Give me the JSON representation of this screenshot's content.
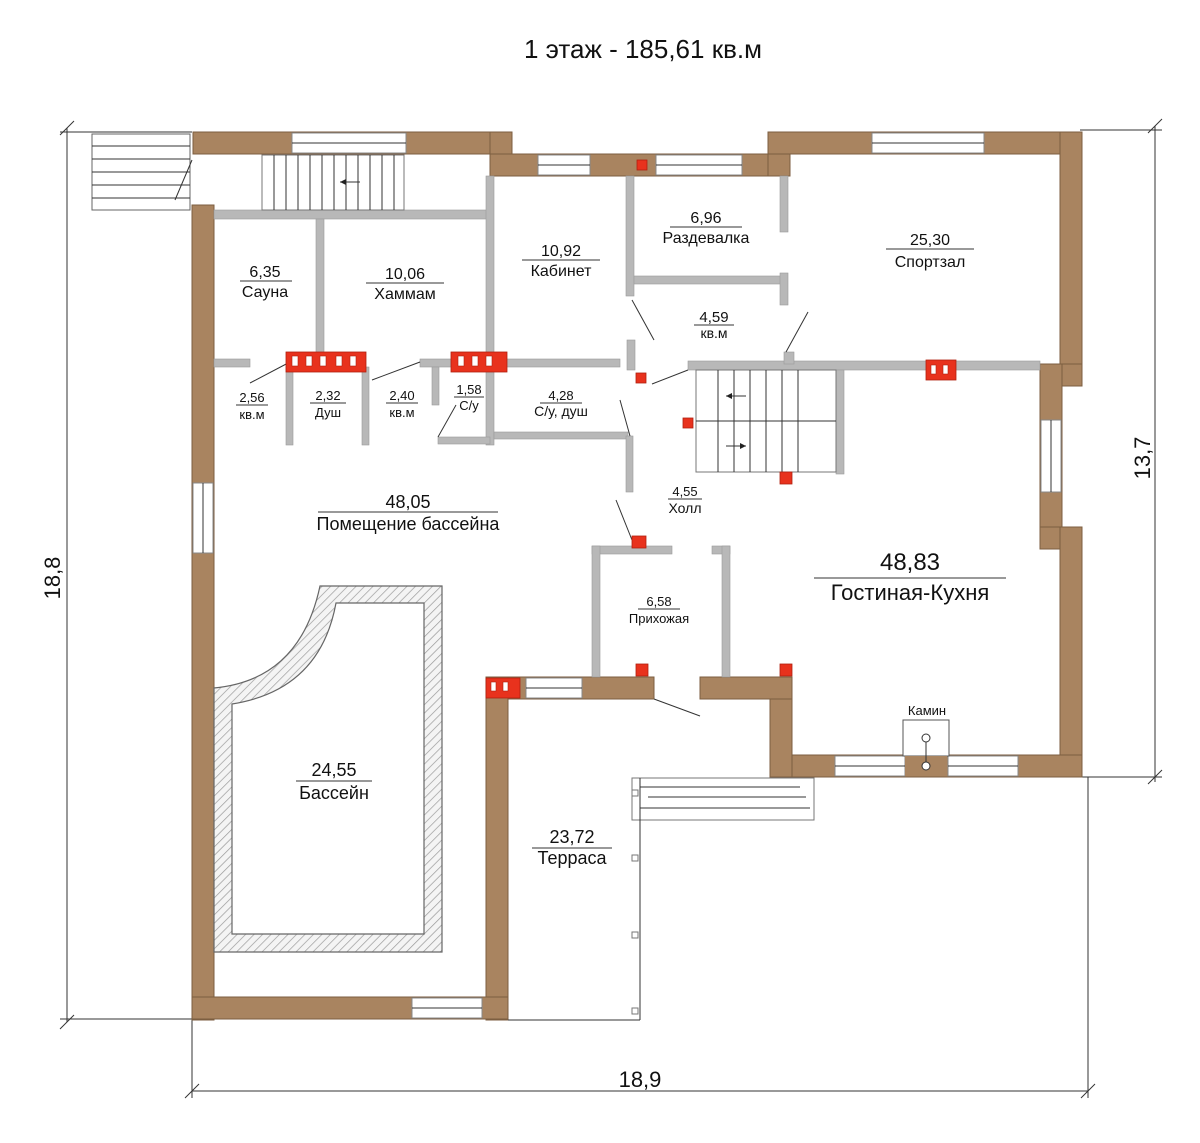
{
  "title": "1 этаж - 185,61 кв.м",
  "rooms": {
    "sauna": {
      "area": "6,35",
      "name": "Сауна"
    },
    "hammam": {
      "area": "10,06",
      "name": "Хаммам"
    },
    "cabinet": {
      "area": "10,92",
      "name": "Кабинет"
    },
    "dressing": {
      "area": "6,96",
      "name": "Раздевалка"
    },
    "gym": {
      "area": "25,30",
      "name": "Спортзал"
    },
    "corridor": {
      "area": "4,59",
      "name": "кв.м"
    },
    "vest1": {
      "area": "2,56",
      "name": "кв.м"
    },
    "shower": {
      "area": "2,32",
      "name": "Душ"
    },
    "vest2": {
      "area": "2,40",
      "name": "кв.м"
    },
    "wc": {
      "area": "1,58",
      "name": "С/у"
    },
    "bath": {
      "area": "4,28",
      "name": "С/у, душ"
    },
    "hall": {
      "area": "4,55",
      "name": "Холл"
    },
    "poolroom": {
      "area": "48,05",
      "name": "Помещение бассейна"
    },
    "living": {
      "area": "48,83",
      "name": "Гостиная-Кухня"
    },
    "entry": {
      "area": "6,58",
      "name": "Прихожая"
    },
    "pool": {
      "area": "24,55",
      "name": "Бассейн"
    },
    "terrace": {
      "area": "23,72",
      "name": "Терраса"
    }
  },
  "fireplace": "Камин",
  "dims": {
    "left": "18,8",
    "right": "13,7",
    "bottom": "18,9"
  },
  "colors": {
    "wall": "#a98460",
    "inner_wall": "#b8b8b8",
    "vent": "#e8321d"
  }
}
